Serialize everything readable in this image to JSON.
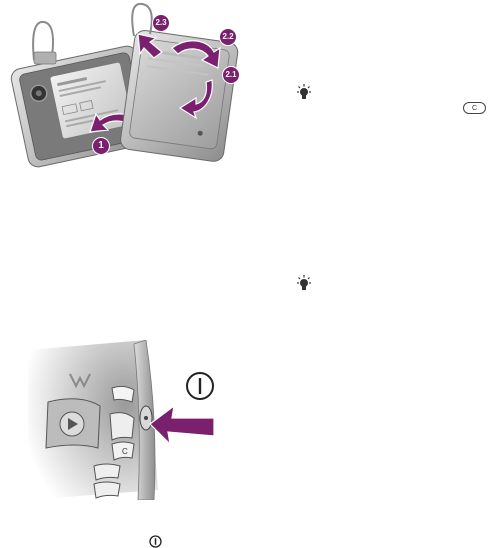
{
  "figure_battery": {
    "steps": [
      "1",
      "2.1",
      "2.2",
      "2.3"
    ]
  },
  "tips": {
    "count": 2
  },
  "keys": {
    "clear_key": "C"
  },
  "icons": {
    "tip": "lightbulb-icon",
    "power": "power-icon",
    "clear": "clear-key-icon"
  },
  "colors": {
    "accent": "#7b1f6f",
    "phone_silver": "#c9c9c9",
    "phone_dark": "#555555"
  }
}
